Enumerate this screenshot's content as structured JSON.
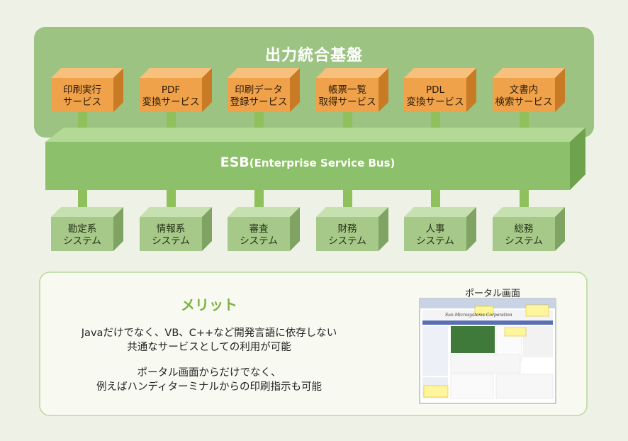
{
  "platform_title": "出力統合基盤",
  "esb": {
    "label": "ESB",
    "sublabel": "(Enterprise Service Bus)"
  },
  "services": [
    {
      "line1": "印刷実行",
      "line2": "サービス"
    },
    {
      "line1": "PDF",
      "line2": "変換サービス"
    },
    {
      "line1": "印刷データ",
      "line2": "登録サービス"
    },
    {
      "line1": "帳票一覧",
      "line2": "取得サービス"
    },
    {
      "line1": "PDL",
      "line2": "変換サービス"
    },
    {
      "line1": "文書内",
      "line2": "検索サービス"
    }
  ],
  "systems": [
    {
      "line1": "勘定系",
      "line2": "システム"
    },
    {
      "line1": "情報系",
      "line2": "システム"
    },
    {
      "line1": "審査",
      "line2": "システム"
    },
    {
      "line1": "財務",
      "line2": "システム"
    },
    {
      "line1": "人事",
      "line2": "システム"
    },
    {
      "line1": "総務",
      "line2": "システム"
    }
  ],
  "merit": {
    "title": "メリット",
    "lines": [
      "Javaだけでなく、VB、C++など開発言語に依存しない",
      "共通なサービスとしての利用が可能",
      "ポータル画面からだけでなく、",
      "例えばハンディターミナルからの印刷指示も可能"
    ]
  },
  "portal": {
    "caption": "ポータル画面",
    "screenshot_title": "Sun Microsystems Corporation"
  },
  "colors": {
    "background": "#eef2e6",
    "platform_panel": "#9cc382",
    "esb_bar": "#8cc06a",
    "service_box": "#f0a24b",
    "system_box": "#a6c98a",
    "connector": "#8fc05c",
    "merit_title": "#7cb342"
  }
}
